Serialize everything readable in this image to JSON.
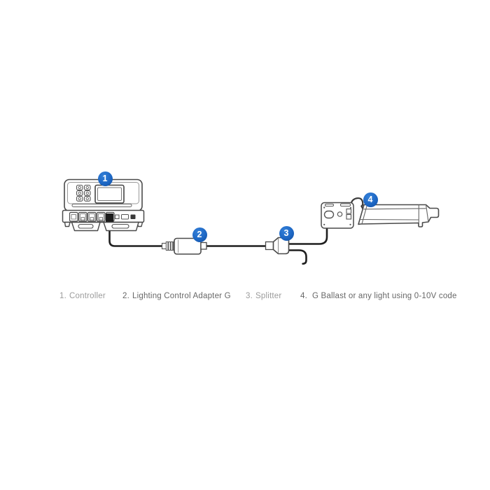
{
  "badges": [
    {
      "number": "1"
    },
    {
      "number": "2"
    },
    {
      "number": "3"
    },
    {
      "number": "4"
    }
  ],
  "legend": {
    "items": [
      {
        "num": "1.",
        "label": "Controller"
      },
      {
        "num": "2.",
        "label": "Lighting Control Adapter G"
      },
      {
        "num": "3.",
        "label": "Splitter"
      },
      {
        "num": "4.",
        "label": "G Ballast or any light using 0-10V code"
      }
    ]
  },
  "colors": {
    "badge_blue": "#1d67c4",
    "badge_blue_dark": "#134e9e",
    "caption_light": "#9b9b9b",
    "caption_dark": "#676767",
    "line_art": "#4a4a4a",
    "cable": "#1f1f1f",
    "background": "#ffffff"
  }
}
